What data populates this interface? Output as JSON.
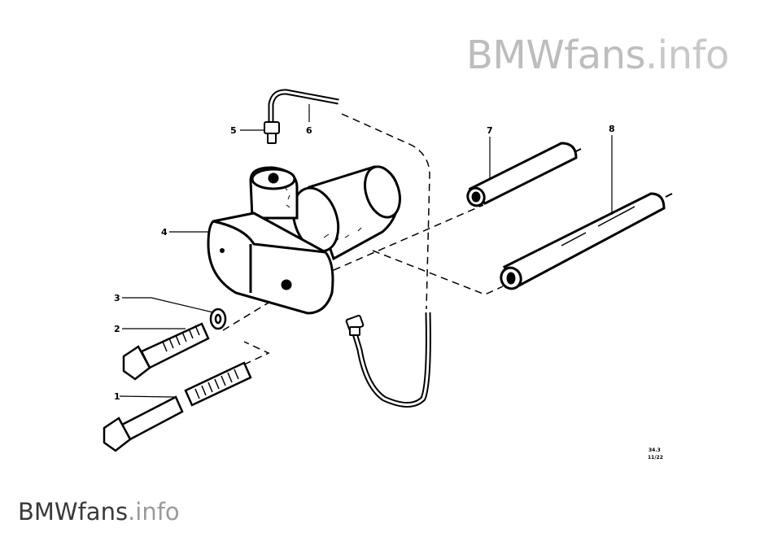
{
  "watermark": {
    "top_brand": "BMWfans",
    "top_suffix": ".info",
    "bottom_brand": "BMWfans",
    "bottom_suffix": ".info"
  },
  "diagram": {
    "callouts": [
      {
        "id": "1",
        "label": "1"
      },
      {
        "id": "2",
        "label": "2"
      },
      {
        "id": "3",
        "label": "3"
      },
      {
        "id": "4",
        "label": "4"
      },
      {
        "id": "5",
        "label": "5"
      },
      {
        "id": "6",
        "label": "6"
      },
      {
        "id": "7",
        "label": "7"
      },
      {
        "id": "8",
        "label": "8"
      }
    ],
    "code_line1": "34.3",
    "code_line2": "11/22"
  }
}
